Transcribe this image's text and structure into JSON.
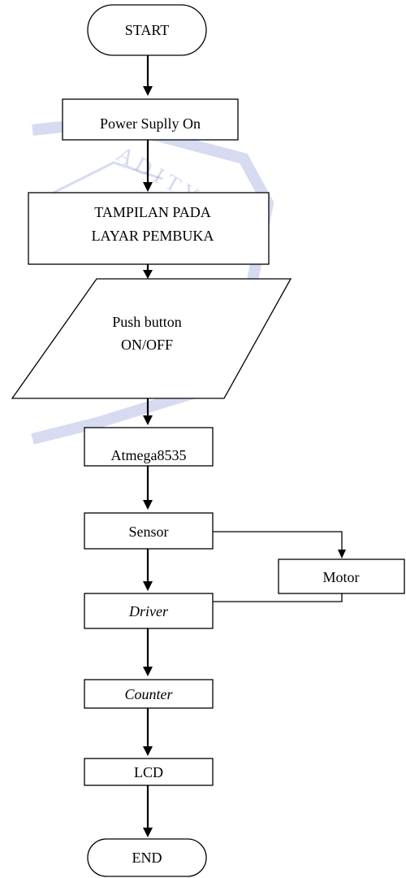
{
  "flowchart": {
    "start": "START",
    "power": "Power Suplly On",
    "display_line1": "TAMPILAN PADA",
    "display_line2": "LAYAR PEMBUKA",
    "push_line1": "Push button",
    "push_line2": "ON/OFF",
    "mcu": "Atmega8535",
    "sensor": "Sensor",
    "motor": "Motor",
    "driver": "Driver",
    "counter": "Counter",
    "lcd": "LCD",
    "end": "END"
  },
  "watermark": {
    "letters": "ADITYAH",
    "color": "#8a98d6"
  }
}
